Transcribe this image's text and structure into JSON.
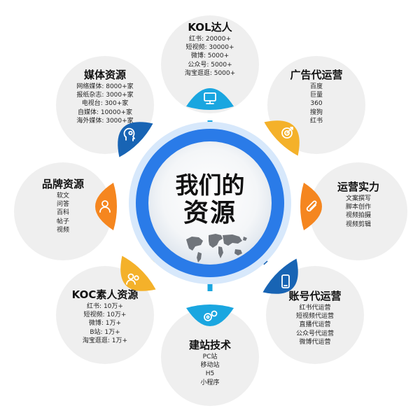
{
  "center": {
    "line1": "我们的",
    "line2": "资源",
    "map_icon": "world-map-icon",
    "ring_color": "#2a7be8"
  },
  "nodes": [
    {
      "key": "kol",
      "title": "KOL达人",
      "items": [
        "红书: 20000+",
        "短视频: 30000+",
        "微博: 5000+",
        "公众号: 5000+",
        "淘宝逛逛: 5000+"
      ],
      "icon": "monitor-icon",
      "color": "#1aa6e0"
    },
    {
      "key": "ads",
      "title": "广告代运营",
      "items": [
        "百度",
        "巨量",
        "360",
        "搜狗",
        "红书"
      ],
      "icon": "target-icon",
      "color": "#f4b12a"
    },
    {
      "key": "ops",
      "title": "运营实力",
      "items": [
        "文案撰写",
        "脚本创作",
        "视频拍摄",
        "视频剪辑"
      ],
      "icon": "paperclip-icon",
      "color": "#f5861f"
    },
    {
      "key": "account",
      "title": "账号代运营",
      "items": [
        "红书代运营",
        "短视频代运营",
        "直播代运营",
        "公众号代运营",
        "微博代运营"
      ],
      "icon": "mobile-icon",
      "color": "#1864b4"
    },
    {
      "key": "site",
      "title": "建站技术",
      "items": [
        "PC站",
        "移动站",
        "H5",
        "小程序"
      ],
      "icon": "gears-icon",
      "color": "#1aa6e0"
    },
    {
      "key": "koc",
      "title": "KOC素人资源",
      "items": [
        "红书:  10万+",
        "短视频:  10万+",
        "微博:  1万+",
        "B站:  1万+",
        "淘宝逛逛:  1万+"
      ],
      "icon": "users-icon",
      "color": "#f4b12a"
    },
    {
      "key": "brand",
      "title": "品牌资源",
      "items": [
        "软文",
        "问答",
        "百科",
        "帖子",
        "视频"
      ],
      "icon": "person-icon",
      "color": "#f5861f"
    },
    {
      "key": "media",
      "title": "媒体资源",
      "items": [
        "网络媒体: 8000+家",
        "报纸杂志: 3000+家",
        "电视台: 300+家",
        "自媒体: 10000+家",
        "海外媒体: 3000+家"
      ],
      "icon": "head-idea-icon",
      "color": "#1864b4"
    }
  ]
}
